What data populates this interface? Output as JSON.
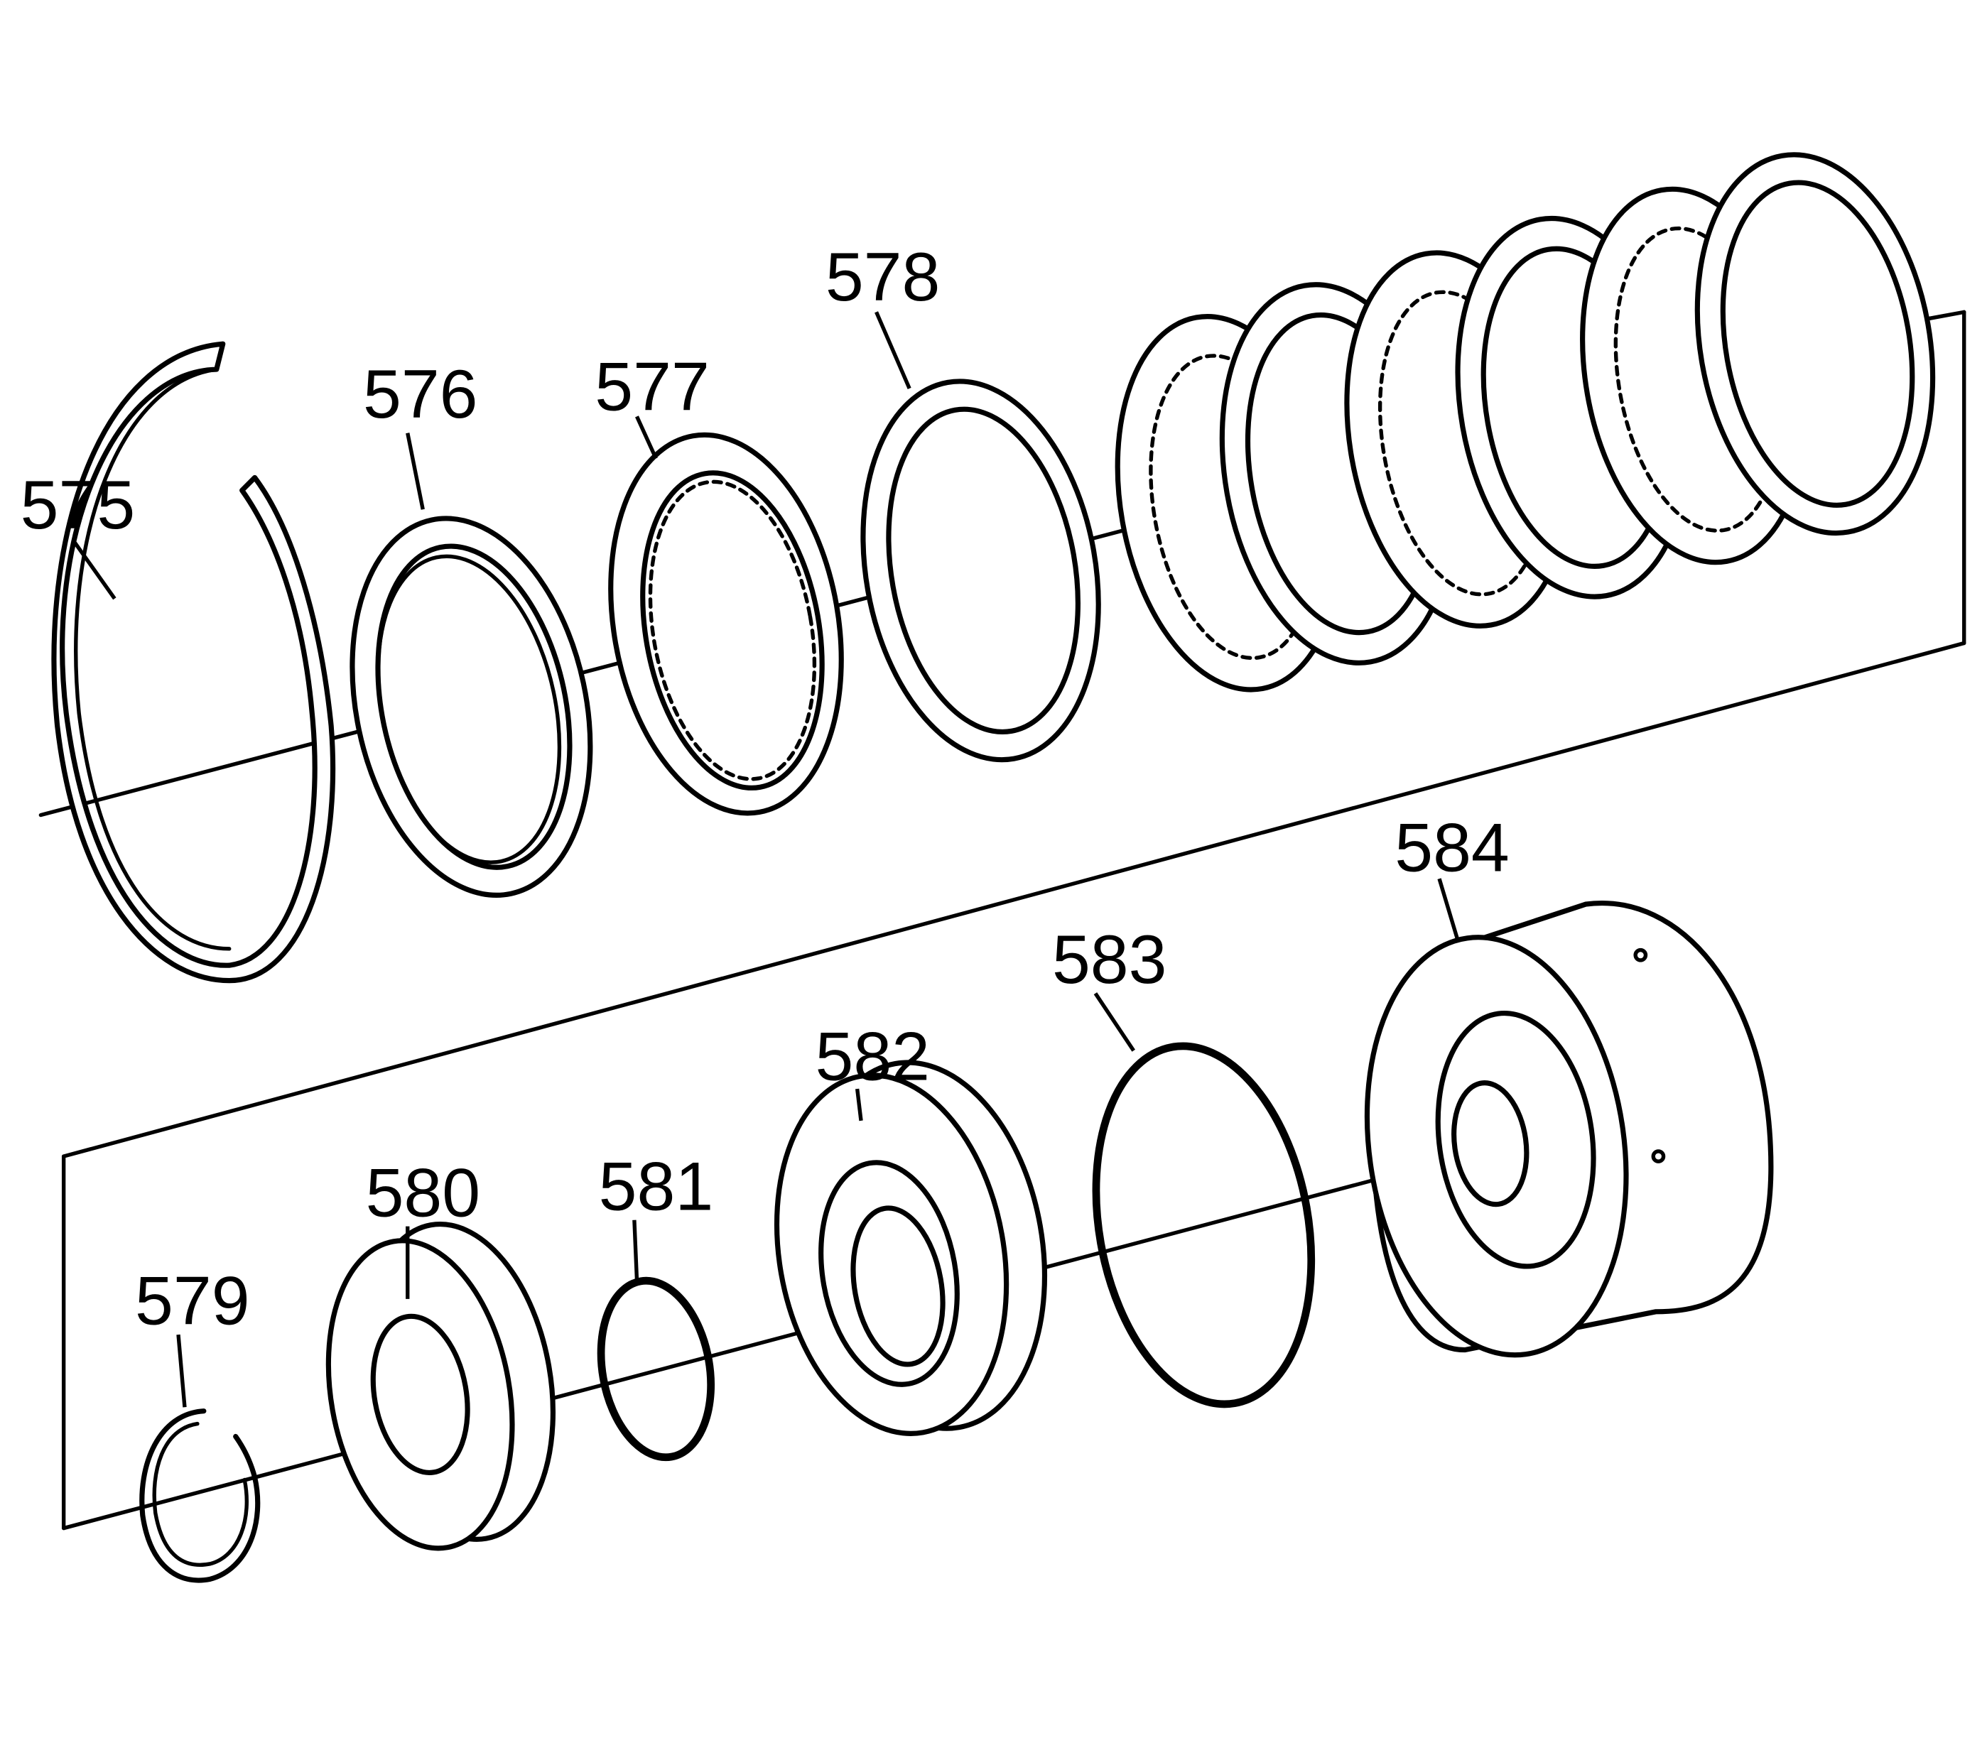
{
  "diagram": {
    "callouts": [
      {
        "id": "575",
        "label": "575"
      },
      {
        "id": "576",
        "label": "576"
      },
      {
        "id": "577",
        "label": "577"
      },
      {
        "id": "578",
        "label": "578"
      },
      {
        "id": "579",
        "label": "579"
      },
      {
        "id": "580",
        "label": "580"
      },
      {
        "id": "581",
        "label": "581"
      },
      {
        "id": "582",
        "label": "582"
      },
      {
        "id": "583",
        "label": "583"
      },
      {
        "id": "584",
        "label": "584"
      }
    ]
  }
}
